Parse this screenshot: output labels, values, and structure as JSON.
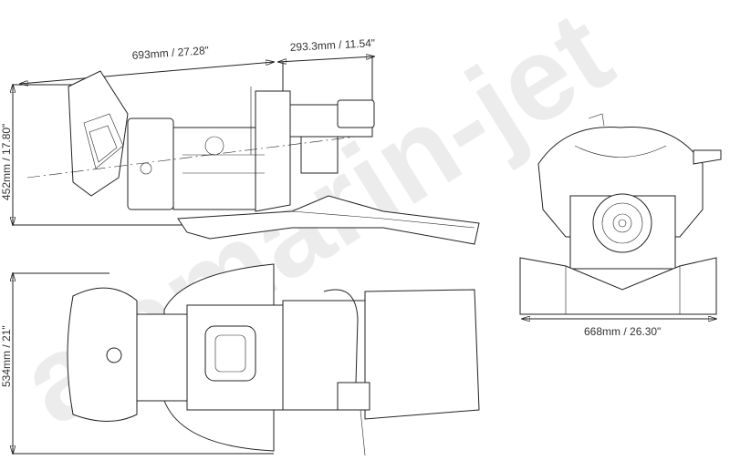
{
  "watermark": "alamarin-jet",
  "side_view": {
    "length_label": "693mm / 27.28\"",
    "nozzle_label": "293.3mm / 11.54\"",
    "height_label": "452mm / 17.80\""
  },
  "top_view": {
    "width_label": "534mm / 21\""
  },
  "front_view": {
    "width_label": "668mm / 26.30\""
  }
}
